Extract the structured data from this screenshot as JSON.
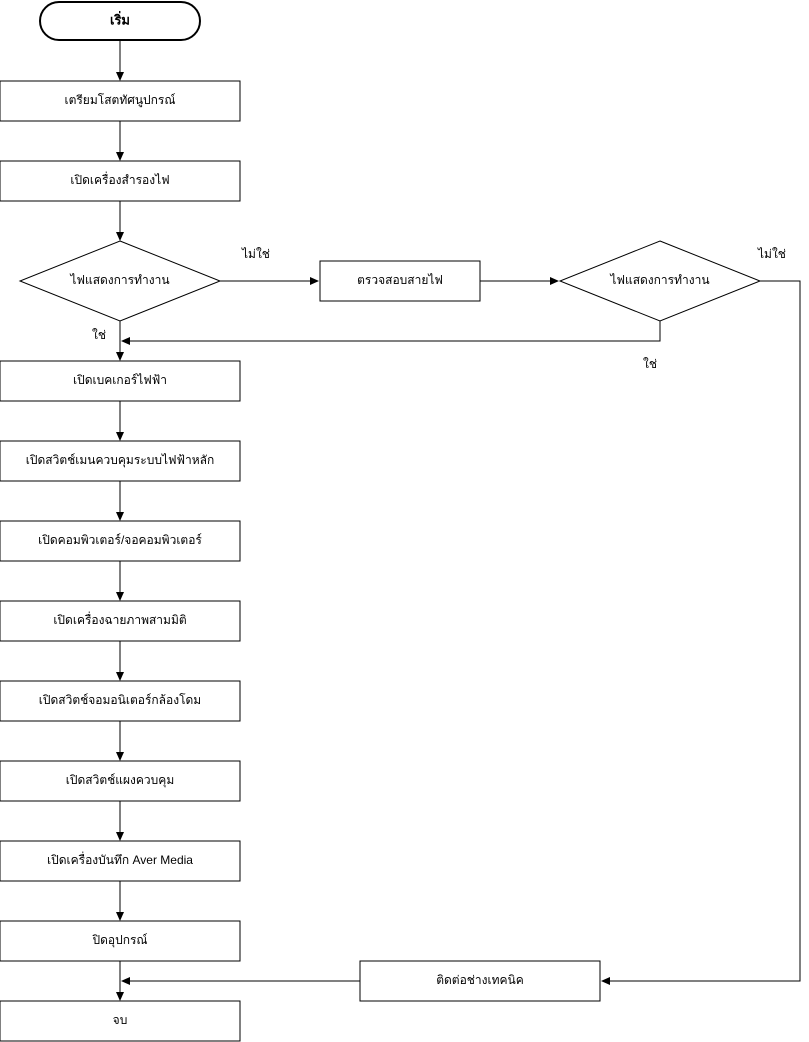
{
  "diagram": {
    "start": {
      "label": "เริ่ม"
    },
    "steps": {
      "prepare": "เตรียมโสตทัศนูปกรณ์",
      "ups_on": "เปิดเครื่องสำรองไฟ",
      "check_power_1": "ไฟแสดงการทำงาน",
      "check_cable": "ตรวจสอบสายไฟ",
      "check_power_2": "ไฟแสดงการทำงาน",
      "breaker_on": "เปิดเบคเกอร์ไฟฟ้า",
      "main_switch_on": "เปิดสวิตช์เมนควบคุมระบบไฟฟ้าหลัก",
      "computer_on": "เปิดคอมพิวเตอร์/จอคอมพิวเตอร์",
      "projector_on": "เปิดเครื่องฉายภาพสามมิติ",
      "dome_monitor_on": "เปิดสวิตช์จอมอนิเตอร์กล้องโดม",
      "control_panel_on": "เปิดสวิตช์แผงควบคุม",
      "recorder_on": "เปิดเครื่องบันทึก Aver Media",
      "shutdown": "ปิดอุปกรณ์",
      "contact_technician": "ติดต่อช่างเทคนิค",
      "end": "จบ"
    },
    "labels": {
      "no_1": "ไม่ใช่",
      "yes_1": "ใช่",
      "no_2": "ไม่ใช่",
      "yes_2": "ใช่"
    }
  }
}
